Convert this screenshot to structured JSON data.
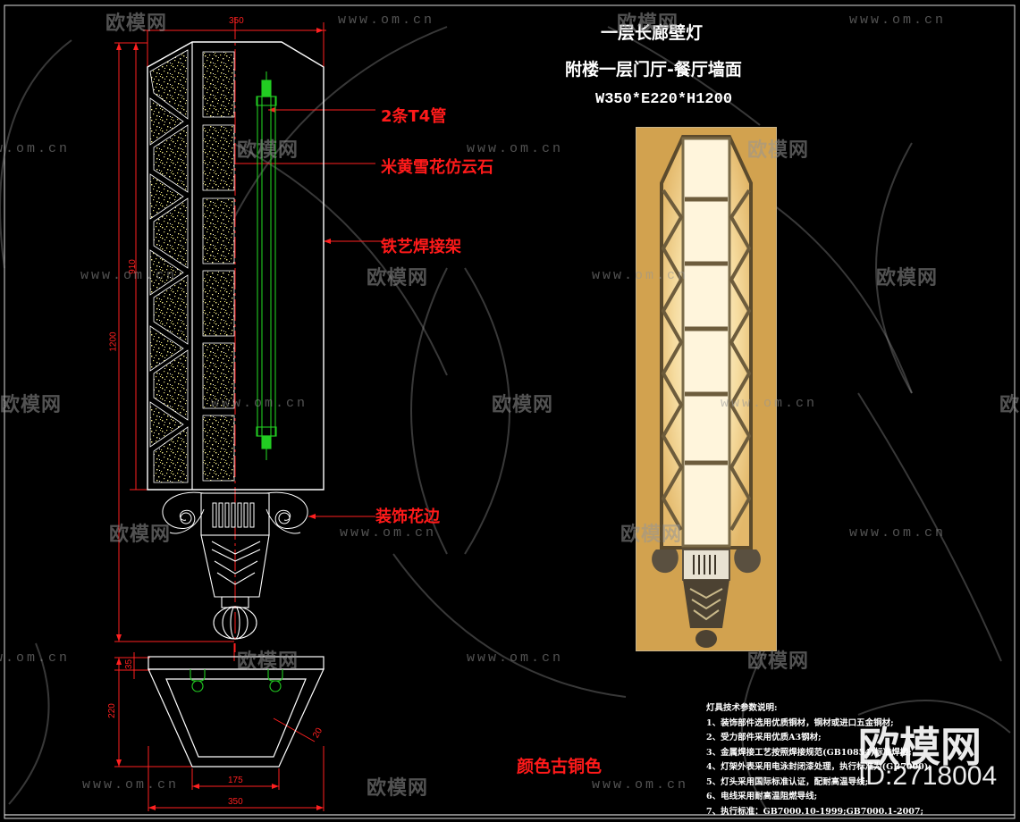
{
  "title": {
    "line1": "一层长廊壁灯",
    "line2": "附楼一层门厅-餐厅墙面",
    "line3": "W350*E220*H1200"
  },
  "callouts": [
    {
      "id": "tube",
      "label": "2条T4管"
    },
    {
      "id": "stone",
      "label": "米黄雪花仿云石"
    },
    {
      "id": "frame",
      "label": "铁艺焊接架"
    },
    {
      "id": "trim",
      "label": "装饰花边"
    }
  ],
  "color_note": "颜色古铜色",
  "dimensions": {
    "top_width": "350",
    "inner_height": "910",
    "total_height": "1200",
    "plan_top_thickness": "35",
    "plan_depth": "220",
    "plan_frame_thickness": "20",
    "plan_bottom_width": "175",
    "plan_total_width": "350"
  },
  "spec": {
    "heading": "灯具技术参数说明:",
    "items": [
      "1、装饰部件选用优质铜材，铜材或进口五金铜材;",
      "2、受力部件采用优质A3钢材;",
      "3、金属焊接工艺按照焊接规范(GB10854)标准焊接;",
      "4、灯架外表采用电泳封闭漆处理，执行标准为(GB7000);",
      "5、灯头采用国际标准认证，配耐高温导线;",
      "6、电线采用耐高温阻燃导线;",
      "7、执行标准：GB7000.10-1999;GB7000.1-2007;"
    ]
  },
  "watermark": {
    "logo_text": "欧模网",
    "url_text": "www.om.cn",
    "big_logo": "欧模网",
    "id_text": "ID:2718004"
  },
  "colors": {
    "background": "#000000",
    "dimension": "#ff2020",
    "outline": "#ffffff",
    "stone_fill": "#e8e07a",
    "tube": "#22cc22",
    "callout_text": "#ff1a1a"
  }
}
